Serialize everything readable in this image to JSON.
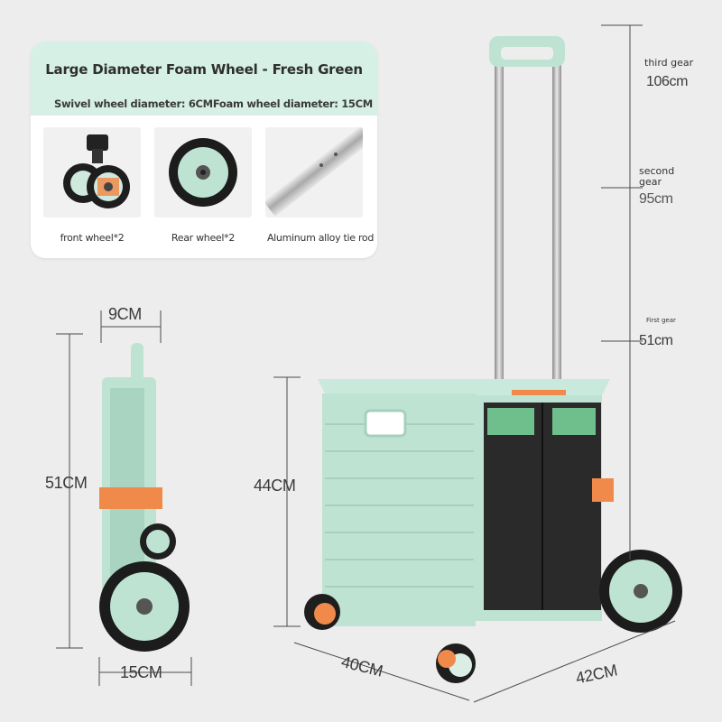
{
  "card": {
    "title": "Large Diameter Foam Wheel - Fresh Green",
    "subtitle": "Swivel wheel diameter: 6CMFoam wheel diameter: 15CM",
    "items": [
      {
        "label": "front wheel*2"
      },
      {
        "label": "Rear wheel*2"
      },
      {
        "label": "Aluminum alloy tie rod"
      }
    ]
  },
  "side_view": {
    "depth": "9CM",
    "height": "51CM",
    "wheel": "15CM"
  },
  "front_view": {
    "box_height": "44CM",
    "width": "40CM",
    "length": "42CM"
  },
  "handle_heights": {
    "third": {
      "label": "third gear",
      "value": "106cm"
    },
    "second": {
      "label": "second gear",
      "value": "95cm"
    },
    "first": {
      "label": "First gear",
      "value": "51cm"
    }
  },
  "colors": {
    "mint": "#bfe3d3",
    "mint_dark": "#a8d4c0",
    "header_bg": "#d6f0e6",
    "orange": "#f08a4b",
    "black_panel": "#2a2a2a",
    "background": "#ededed"
  }
}
